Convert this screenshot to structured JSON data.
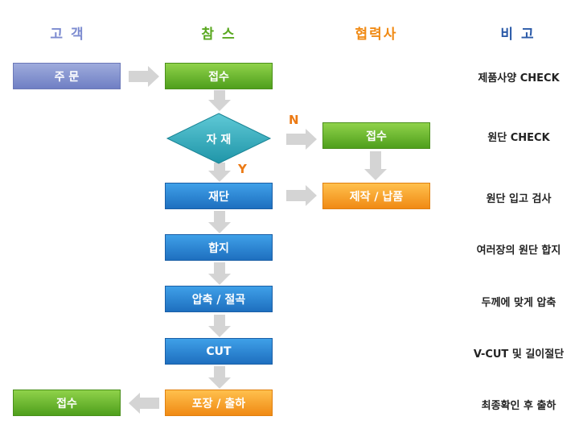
{
  "headers": {
    "customer": "고 객",
    "participant": "참 스",
    "partner": "협력사",
    "remarks": "비 고"
  },
  "colors": {
    "customer": "#7c8bd0",
    "participant": "#5aa820",
    "partner": "#f08a14",
    "remarks": "#2b5aa8"
  },
  "flow": {
    "order": "주 문",
    "receive": "접수",
    "material": "자 재",
    "cutting": "재단",
    "laminate": "합지",
    "compress": "압축 / 절곡",
    "cut": "CUT",
    "pack": "포장 / 출하",
    "customer_receive": "접수"
  },
  "partner_flow": {
    "receive": "접수",
    "make": "제작 / 납품"
  },
  "labels": {
    "no": "N",
    "yes": "Y"
  },
  "remarks": [
    "제품사양 CHECK",
    "원단 CHECK",
    "원단 입고 검사",
    "여러장의 원단 합지",
    "두께에 맞게 압축",
    "V-CUT 및 길이절단",
    "최종확인 후 출하"
  ]
}
